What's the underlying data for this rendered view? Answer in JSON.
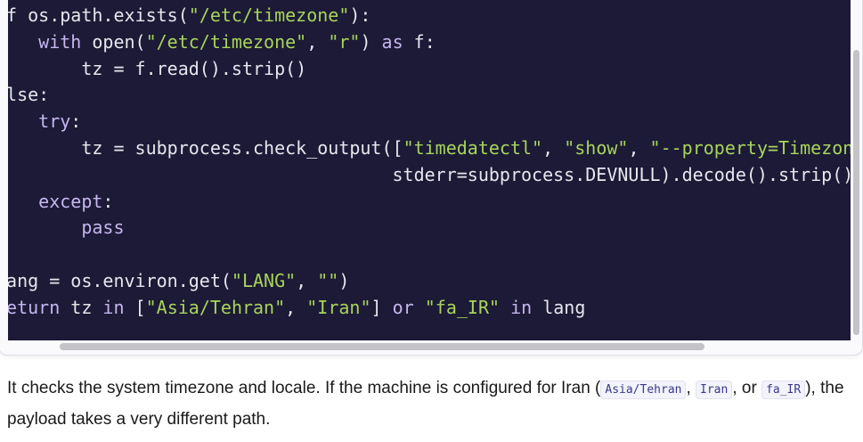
{
  "code_block": {
    "lines": [
      [
        {
          "t": "if os.path.exists(",
          "c": "p"
        },
        {
          "t": "\"/etc/timezone\"",
          "c": "s"
        },
        {
          "t": "):",
          "c": "p"
        }
      ],
      [
        {
          "t": "    ",
          "c": "p"
        },
        {
          "t": "with",
          "c": "k"
        },
        {
          "t": " open(",
          "c": "p"
        },
        {
          "t": "\"/etc/timezone\"",
          "c": "s"
        },
        {
          "t": ", ",
          "c": "p"
        },
        {
          "t": "\"r\"",
          "c": "s"
        },
        {
          "t": ") ",
          "c": "p"
        },
        {
          "t": "as",
          "c": "k"
        },
        {
          "t": " f:",
          "c": "p"
        }
      ],
      [
        {
          "t": "        tz = f.read().strip()",
          "c": "p"
        }
      ],
      [
        {
          "t": "else:",
          "c": "p"
        }
      ],
      [
        {
          "t": "    ",
          "c": "p"
        },
        {
          "t": "try",
          "c": "k"
        },
        {
          "t": ":",
          "c": "p"
        }
      ],
      [
        {
          "t": "        tz = subprocess.check_output([",
          "c": "p"
        },
        {
          "t": "\"timedatectl\"",
          "c": "s"
        },
        {
          "t": ", ",
          "c": "p"
        },
        {
          "t": "\"show\"",
          "c": "s"
        },
        {
          "t": ", ",
          "c": "p"
        },
        {
          "t": "\"--property=Timezone\"",
          "c": "s"
        },
        {
          "t": "],",
          "c": "p"
        }
      ],
      [
        {
          "t": "                                     stderr=subprocess.DEVNULL).decode().strip()",
          "c": "p"
        }
      ],
      [
        {
          "t": "    ",
          "c": "p"
        },
        {
          "t": "except",
          "c": "k"
        },
        {
          "t": ":",
          "c": "p"
        }
      ],
      [
        {
          "t": "        ",
          "c": "p"
        },
        {
          "t": "pass",
          "c": "k"
        }
      ],
      [
        {
          "t": "",
          "c": "p"
        }
      ],
      [
        {
          "t": "lang = os.environ.get(",
          "c": "p"
        },
        {
          "t": "\"LANG\"",
          "c": "s"
        },
        {
          "t": ", ",
          "c": "p"
        },
        {
          "t": "\"\"",
          "c": "s"
        },
        {
          "t": ")",
          "c": "p"
        }
      ],
      [
        {
          "t": "return",
          "c": "k"
        },
        {
          "t": " tz ",
          "c": "p"
        },
        {
          "t": "in",
          "c": "k"
        },
        {
          "t": " [",
          "c": "p"
        },
        {
          "t": "\"Asia/Tehran\"",
          "c": "s"
        },
        {
          "t": ", ",
          "c": "p"
        },
        {
          "t": "\"Iran\"",
          "c": "s"
        },
        {
          "t": "] ",
          "c": "p"
        },
        {
          "t": "or",
          "c": "k"
        },
        {
          "t": " ",
          "c": "p"
        },
        {
          "t": "\"fa_IR\"",
          "c": "s"
        },
        {
          "t": " ",
          "c": "p"
        },
        {
          "t": "in",
          "c": "k"
        },
        {
          "t": " lang",
          "c": "p"
        }
      ]
    ]
  },
  "explanation": {
    "part1": "It checks the system timezone and locale. If the machine is configured for Iran (",
    "code1": "Asia/Tehran",
    "sep1": ", ",
    "code2": "Iran",
    "sep2": ", or ",
    "code3": "fa_IR",
    "part2": "), the payload takes a very different path."
  },
  "colors": {
    "code_bg": "#1c1a36",
    "keyword": "#c6b6ee",
    "string": "#a8d45a",
    "text": "#e6e6ee"
  }
}
